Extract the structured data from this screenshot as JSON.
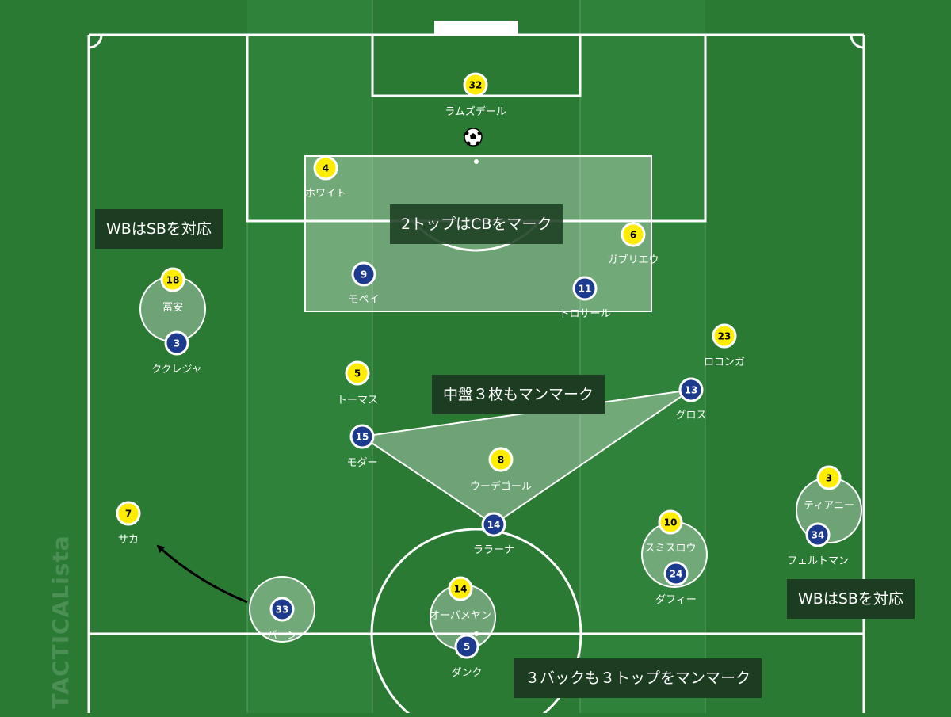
{
  "colors": {
    "pitch": "#2a7a34",
    "stripe": "#2f8239",
    "line": "#ffffff",
    "zone_fill": "#ffffff",
    "yellow_team": "#ffed00",
    "blue_team": "#1c3b8f",
    "note_bg": "#1d3d22",
    "arrow": "#000000"
  },
  "players": [
    {
      "id": "p-ramsdale",
      "team": "yellow",
      "number": "32",
      "name": "ラムズデール"
    },
    {
      "id": "p-white",
      "team": "yellow",
      "number": "4",
      "name": "ホワイト"
    },
    {
      "id": "p-gabriel",
      "team": "yellow",
      "number": "6",
      "name": "ガブリエウ"
    },
    {
      "id": "p-tomiyasu",
      "team": "yellow",
      "number": "18",
      "name": "冨安"
    },
    {
      "id": "p-lokonga",
      "team": "yellow",
      "number": "23",
      "name": "ロコンガ"
    },
    {
      "id": "p-thomas",
      "team": "yellow",
      "number": "5",
      "name": "トーマス"
    },
    {
      "id": "p-odegaard",
      "team": "yellow",
      "number": "8",
      "name": "ウーデゴール"
    },
    {
      "id": "p-saka",
      "team": "yellow",
      "number": "7",
      "name": "サカ"
    },
    {
      "id": "p-tierney",
      "team": "yellow",
      "number": "3",
      "name": "ティアニー"
    },
    {
      "id": "p-smithrowe",
      "team": "yellow",
      "number": "10",
      "name": "スミスロウ"
    },
    {
      "id": "p-aubameyang",
      "team": "yellow",
      "number": "14",
      "name": "オーバメヤン"
    },
    {
      "id": "p-maupay",
      "team": "blue",
      "number": "9",
      "name": "モペイ"
    },
    {
      "id": "p-trossard",
      "team": "blue",
      "number": "11",
      "name": "トロサール"
    },
    {
      "id": "p-cucurella",
      "team": "blue",
      "number": "3",
      "name": "ククレジャ"
    },
    {
      "id": "p-gross",
      "team": "blue",
      "number": "13",
      "name": "グロス"
    },
    {
      "id": "p-moder",
      "team": "blue",
      "number": "15",
      "name": "モダー"
    },
    {
      "id": "p-lallana",
      "team": "blue",
      "number": "14",
      "name": "ララーナ"
    },
    {
      "id": "p-feltscher",
      "team": "blue",
      "number": "34",
      "name": "フェルトマン"
    },
    {
      "id": "p-duffy",
      "team": "blue",
      "number": "24",
      "name": "ダフィー"
    },
    {
      "id": "p-burn",
      "team": "blue",
      "number": "33",
      "name": "バーン"
    },
    {
      "id": "p-dunk",
      "team": "blue",
      "number": "5",
      "name": "ダンク"
    }
  ],
  "notes": {
    "wb_left": "WBはSBを対応",
    "two_top": "2トップはCBをマーク",
    "midfield": "中盤３枚もマンマーク",
    "wb_right": "WBはSBを対応",
    "back_three": "３バックも３トップをマンマーク"
  },
  "watermark": "TACTICALista"
}
